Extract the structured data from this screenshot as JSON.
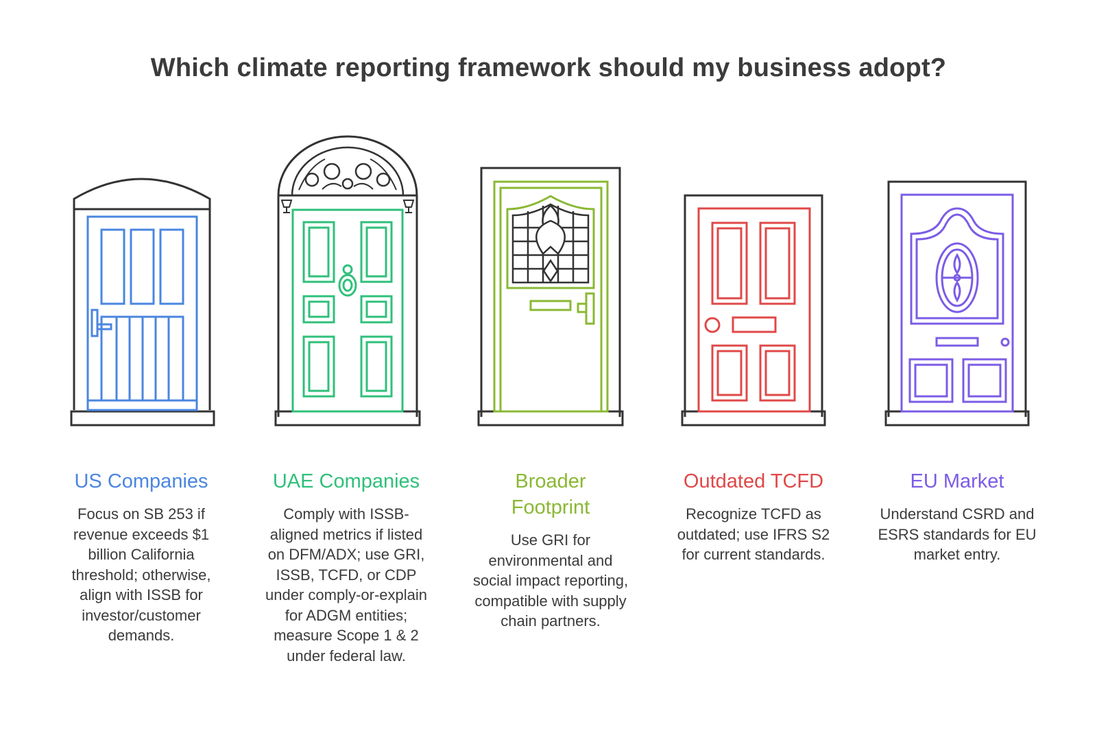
{
  "title": "Which climate reporting framework should my business adopt?",
  "options": [
    {
      "name": "US Companies",
      "description": "Focus on SB 253 if revenue exceeds $1 billion California threshold; otherwise, align with ISSB for investor/customer demands.",
      "color": "#4a86e0",
      "icon": "rustic-door-icon"
    },
    {
      "name": "UAE Companies",
      "description": "Comply with ISSB-aligned metrics if listed on DFM/ADX; use GRI, ISSB, TCFD, or CDP under comply-or-explain for ADGM entities; measure Scope 1 & 2 under federal law.",
      "color": "#2fc07a",
      "icon": "arched-ornate-door-icon"
    },
    {
      "name": "Broader Footprint",
      "description": "Use GRI for environmental and social impact reporting, compatible with supply chain partners.",
      "color": "#8ab833",
      "icon": "stained-glass-door-icon"
    },
    {
      "name": "Outdated TCFD",
      "description": "Recognize TCFD as outdated; use IFRS S2 for current standards.",
      "color": "#e04848",
      "icon": "panel-door-icon"
    },
    {
      "name": "EU Market",
      "description": "Understand CSRD and ESRS standards for EU market entry.",
      "color": "#7b5ce6",
      "icon": "oval-window-door-icon"
    }
  ]
}
